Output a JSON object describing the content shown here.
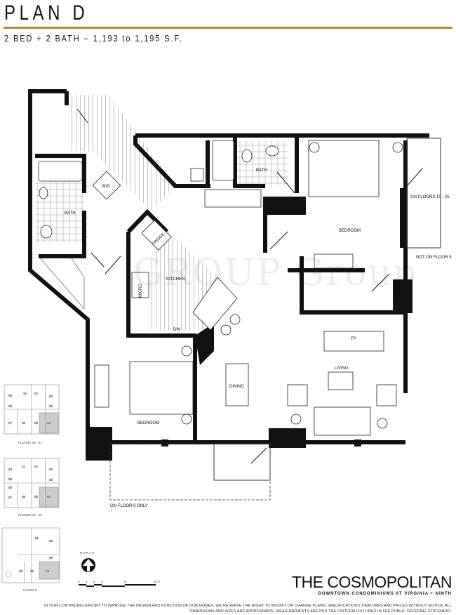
{
  "header": {
    "title": "PLAN D",
    "subtitle": "2 BED + 2 BATH – 1,193 to 1,195 S.F.",
    "rule_color": "#b8862b"
  },
  "plan": {
    "rooms": {
      "bath_left": "BATH",
      "bath_right": "BATH",
      "laundry": "W/D",
      "kitchen": "KITCHEN",
      "fridge": "FRIDGE",
      "micro": "MICRO",
      "dishwasher": "DW",
      "bedroom_main": "BEDROOM",
      "bedroom_second": "BEDROOM",
      "dining": "DINING",
      "living": "LIVING",
      "fireplace": "FP"
    },
    "notes": {
      "on_floors": "ON FLOORS 10 - 25",
      "not_on_floor": "NOT ON FLOOR 9",
      "floor9_only": "ON FLOOR 9 ONLY"
    },
    "watermark": "GROUP Group"
  },
  "keyplans": [
    {
      "label": "FLOORS 26 - 31",
      "units": [
        "09",
        "10",
        "01",
        "02",
        "08",
        "03",
        "07",
        "06",
        "05",
        "04"
      ],
      "highlight": "04"
    },
    {
      "label": "FLOORS 10 - 25",
      "units": [
        "10",
        "11",
        "01",
        "02",
        "09",
        "03",
        "08",
        "07",
        "06",
        "05",
        "04"
      ],
      "highlight": "04"
    },
    {
      "label": "FLOOR 9",
      "units": [
        "01",
        "02",
        "03",
        "06",
        "05",
        "04"
      ],
      "highlight": "04"
    }
  ],
  "north": {
    "label": "NORTH",
    "icon": "north-arrow-icon"
  },
  "scale": {
    "ticks": [
      "0",
      "1",
      "2",
      "3",
      "6",
      "10 ft"
    ]
  },
  "footer": {
    "brand": "THE COSMOPOLITAN",
    "tagline": "DOWNTOWN CONDOMINIUMS AT VIRGINIA + NINTH",
    "disclaimer": "IN OUR CONTINUING EFFORT TO IMPROVE THE DESIGN AND FUNCTION OF OUR HOMES, WE RESERVE THE RIGHT TO MODIFY OR CHANGE PLANS, SPECIFICATIONS, FEATURES AND PRICES WITHOUT NOTICE. ALL DIMENSIONS AND SIZES ARE APPROXIMATE. MEASUREMENTS ARE PER THE CRITERIA OUTLINED IN THE PUBLIC OFFERING STATEMENT."
  }
}
